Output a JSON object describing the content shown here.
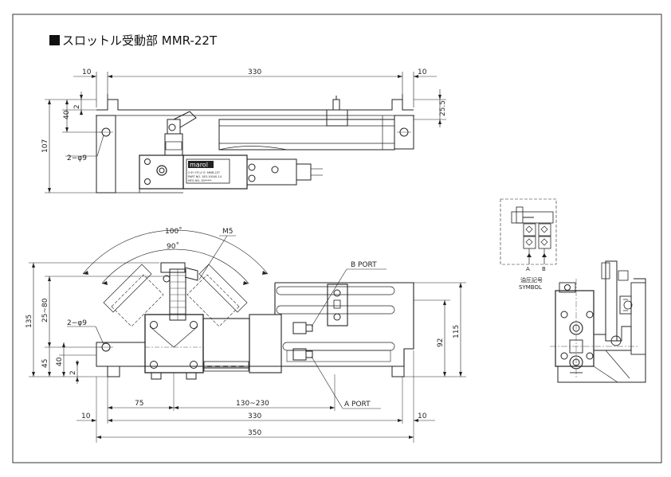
{
  "title": "スロットル受動部 MMR-22T",
  "labels": {
    "top_dims": [
      "10",
      "330",
      "10"
    ],
    "right_dim_25_5": "25.5",
    "left_dim_40": "40",
    "left_dim_2": "2",
    "left_dim_107": "107",
    "hole_note_top": "2−φ9",
    "hole_note_front": "2−φ9",
    "angle_100": "100˚",
    "angle_90": "90˚",
    "thread_m5": "M5",
    "b_port": "B PORT",
    "a_port": "A PORT",
    "dim_135": "135",
    "dim_25_80": "25~80",
    "dim_45": "45",
    "dim_40_front": "40",
    "dim_2_front": "2",
    "dim_92": "92",
    "dim_115": "115",
    "bottom_75": "75",
    "bottom_130_230": "130~230",
    "bottom_10_left": "10",
    "bottom_330": "330",
    "bottom_10_right": "10",
    "bottom_350": "350",
    "symbol_jp": "油圧記号",
    "symbol_en": "SYMBOL",
    "symbol_a": "A",
    "symbol_b": "B",
    "brand": "marol",
    "nameplate_line1": "ﾛｰﾀﾘｰｱｸﾁｭｴｰﾀｰ MMR-22T",
    "nameplate_line2": "PART NO. 183-10040-14",
    "nameplate_line3": "MFG NO. 50*****"
  }
}
